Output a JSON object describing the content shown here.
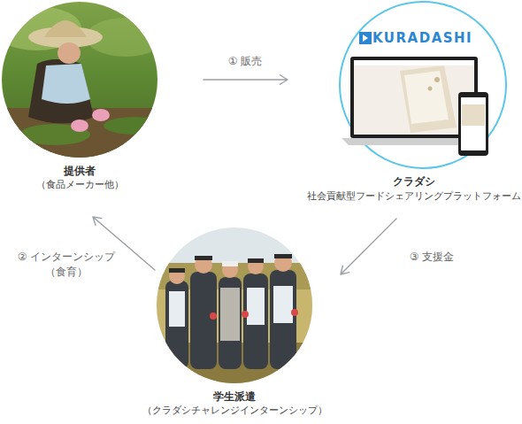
{
  "diagram": {
    "nodes": [
      {
        "text": [
          "提供者",
          "（食品メーカー他）"
        ]
      },
      {
        "text": [
          "クラダシ",
          "社会貢献型フードシェアリングプラットフォーム"
        ]
      },
      {
        "text": [
          "学生派遣",
          "（クラダシチャレンジインターンシップ）"
        ]
      }
    ],
    "edges": [
      {
        "from": 0,
        "to": 1,
        "label": "① 販売",
        "arrow": "to"
      },
      {
        "from": 1,
        "to": 2,
        "label": "③ 支援金",
        "arrow": "to"
      },
      {
        "from": 2,
        "to": 0,
        "label": "② インターンシップ （食育）",
        "arrow": "to"
      }
    ],
    "labels": [
      "KURADASHI"
    ]
  }
}
